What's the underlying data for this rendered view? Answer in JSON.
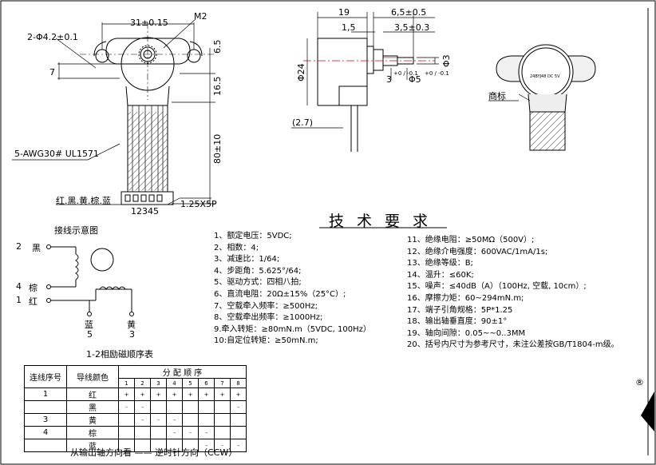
{
  "top_view": {
    "dim_width": "31±0.15",
    "thread": "M2",
    "holes": "2-Φ4.2±0.1",
    "dim_7": "7",
    "dim_6_5": "6.5",
    "dim_16_5": "16.5",
    "dim_80": "80±10",
    "wire_spec": "5-AWG30# UL1571",
    "wire_colors": "红.黑.黄.棕.蓝",
    "connector_pins": "12345",
    "connector_pitch": "1.25X5P"
  },
  "side_view": {
    "dim_19": "19",
    "dim_6_5": "6,5±0.5",
    "dim_1_5": "1,5",
    "dim_3_5": "3,5±0.3",
    "dim_phi24": "Φ24",
    "dim_phi3": "Φ3",
    "dim_3": "3",
    "dim_3_tol": "+0 / -0.1",
    "dim_phi5": "Φ5",
    "dim_phi5_tol": "+0 / -0.1",
    "dim_2_7": "(2.7)"
  },
  "photo_view": {
    "label": "商标",
    "motor_text": "24BYJ48  DC 5V"
  },
  "technical_requirements": {
    "title": "技术要求",
    "left_items": [
      "1、额定电压：5VDC;",
      "2、相数：4;",
      "3、减速比：1/64;",
      "4、步距角：5.625°/64;",
      "5、驱动方式：四相八拍;",
      "6、直流电阻：20Ω±15%（25°C）;",
      "7、空载牵入频率：≥500Hz;",
      "8、空载牵出频率：≥1000Hz;",
      "9.牵入转矩：≥80mN.m（5VDC, 100Hz）",
      "10:自定位转矩：≥50mN.m;"
    ],
    "right_items": [
      "11、绝缘电阻：≥50MΩ（500V）;",
      "12、绝缘介电强度：600VAC/1mA/1s;",
      "13、绝缘等级：B;",
      "14、温升：≤60K;",
      "15、噪声：≤40dB（A）（100Hz, 空载, 10cm）;",
      "16、摩擦力矩：60~294mN.m;",
      "17、端子引角规格：5P*1.25",
      "18、输出轴垂直度：90±1°",
      "19、轴向间隙：0.05~~0..3MM",
      "20、括号内尺寸为参考尺寸，未注公差按GB/T1804-m级。"
    ]
  },
  "wiring": {
    "title": "接线示意图",
    "terminals": [
      {
        "num": "2",
        "color": "黑"
      },
      {
        "num": "4",
        "color": "棕"
      },
      {
        "num": "1",
        "color": "红"
      }
    ],
    "bottom_terminals": [
      {
        "color": "蓝",
        "num": "5"
      },
      {
        "color": "黄",
        "num": "3"
      }
    ],
    "sequence_title": "1-2相励磁顺序表"
  },
  "sequence_table": {
    "col_wire_no": "连线序号",
    "col_wire_color": "导线颜色",
    "col_distribution": "分 配 顺 序",
    "steps": [
      "1",
      "2",
      "3",
      "4",
      "5",
      "6",
      "7",
      "8"
    ],
    "rows": [
      {
        "no": "1",
        "color": "红",
        "cells": [
          "+",
          "+",
          "+",
          "+",
          "+",
          "+",
          "+",
          "+"
        ]
      },
      {
        "no": "",
        "color": "黑",
        "cells": [
          "-",
          "-",
          "",
          "",
          "",
          "",
          "",
          "-"
        ]
      },
      {
        "no": "3",
        "color": "黄",
        "cells": [
          "",
          "-",
          "-",
          "-",
          "",
          "",
          "",
          ""
        ]
      },
      {
        "no": "4",
        "color": "棕",
        "cells": [
          "",
          "",
          "",
          "-",
          "-",
          "-",
          "",
          ""
        ]
      },
      {
        "no": "",
        "color": "蓝",
        "cells": [
          "",
          "",
          "",
          "",
          "",
          "-",
          "-",
          "-"
        ]
      }
    ],
    "footer": "从输出轴方向看 —— 逆时针方向（CCW）"
  },
  "registered_mark": "®"
}
